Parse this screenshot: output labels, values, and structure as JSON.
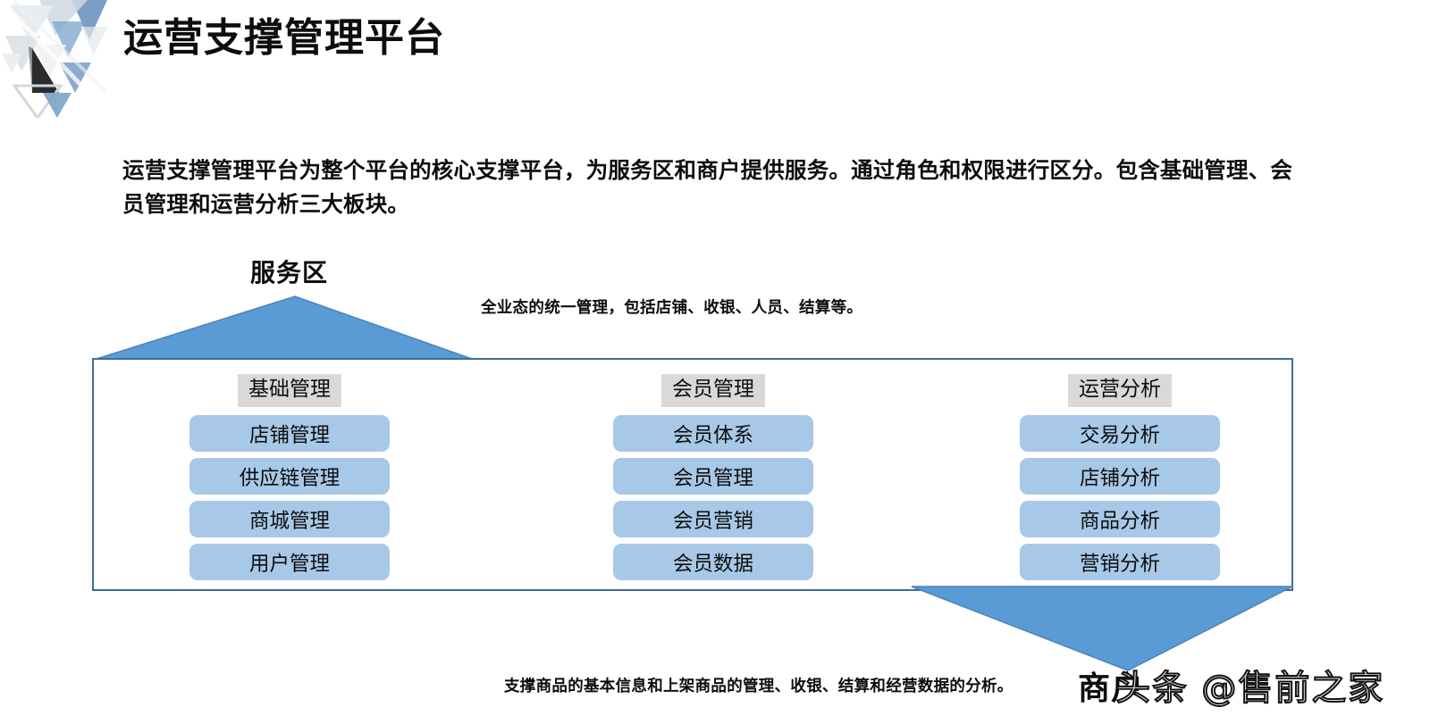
{
  "header": {
    "title": "运营支撑管理平台",
    "logo_icon": "triangles-logo"
  },
  "intro": {
    "text": "运营支撑管理平台为整个平台的核心支撑平台，为服务区和商户提供服务。通过角色和权限进行区分。包含基础管理、会员管理和运营分析三大板块。"
  },
  "diagram": {
    "top_actor_label": "服务区",
    "top_caption": "全业态的统一管理，包括店铺、收银、人员、结算等。",
    "bottom_caption": "支撑商品的基本信息和上架商品的管理、收银、结算和经营数据的分析。",
    "bottom_actor_label": "商户",
    "arrow_top_icon": "triangle-down-arrow",
    "arrow_bottom_icon": "triangle-down-arrow",
    "colors": {
      "arrow_blue": "#5b9bd5",
      "pill_blue": "#a8c8e8",
      "header_gray": "#d9d9d9",
      "box_border": "#3d6d9a"
    },
    "groups": [
      {
        "header": "基础管理",
        "items": [
          "店铺管理",
          "供应链管理",
          "商城管理",
          "用户管理"
        ]
      },
      {
        "header": "会员管理",
        "items": [
          "会员体系",
          "会员管理",
          "会员营销",
          "会员数据"
        ]
      },
      {
        "header": "运营分析",
        "items": [
          "交易分析",
          "店铺分析",
          "商品分析",
          "营销分析"
        ]
      }
    ]
  },
  "watermark": {
    "text": "头条 @售前之家"
  }
}
